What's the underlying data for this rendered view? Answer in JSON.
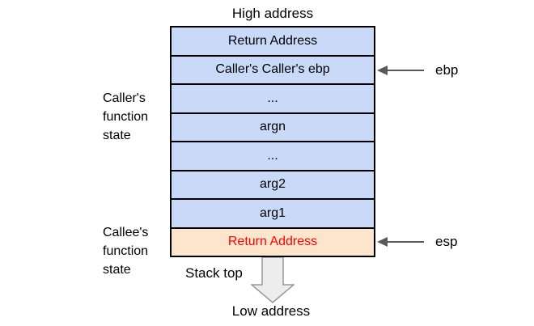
{
  "header": {
    "high_address": "High address"
  },
  "stack": {
    "rows": [
      {
        "label": "Return Address"
      },
      {
        "label": "Caller's Caller's ebp"
      },
      {
        "label": "..."
      },
      {
        "label": "argn"
      },
      {
        "label": "..."
      },
      {
        "label": "arg2"
      },
      {
        "label": "arg1"
      },
      {
        "label": "Return Address",
        "highlight": true
      }
    ]
  },
  "side_labels": {
    "caller_state": "Caller's\nfunction\nstate",
    "callee_state": "Callee's\nfunction\nstate"
  },
  "registers": {
    "ebp": "ebp",
    "esp": "esp"
  },
  "footer": {
    "stack_top": "Stack top",
    "low_address": "Low address"
  },
  "colors": {
    "row_blue": "#c9daf8",
    "row_peach": "#fce5cd",
    "highlight_text": "#ff0000",
    "border": "#000000",
    "pointer_arrow": "#595959",
    "block_arrow_fill": "#ededed",
    "block_arrow_stroke": "#999999",
    "background": "#ffffff"
  }
}
